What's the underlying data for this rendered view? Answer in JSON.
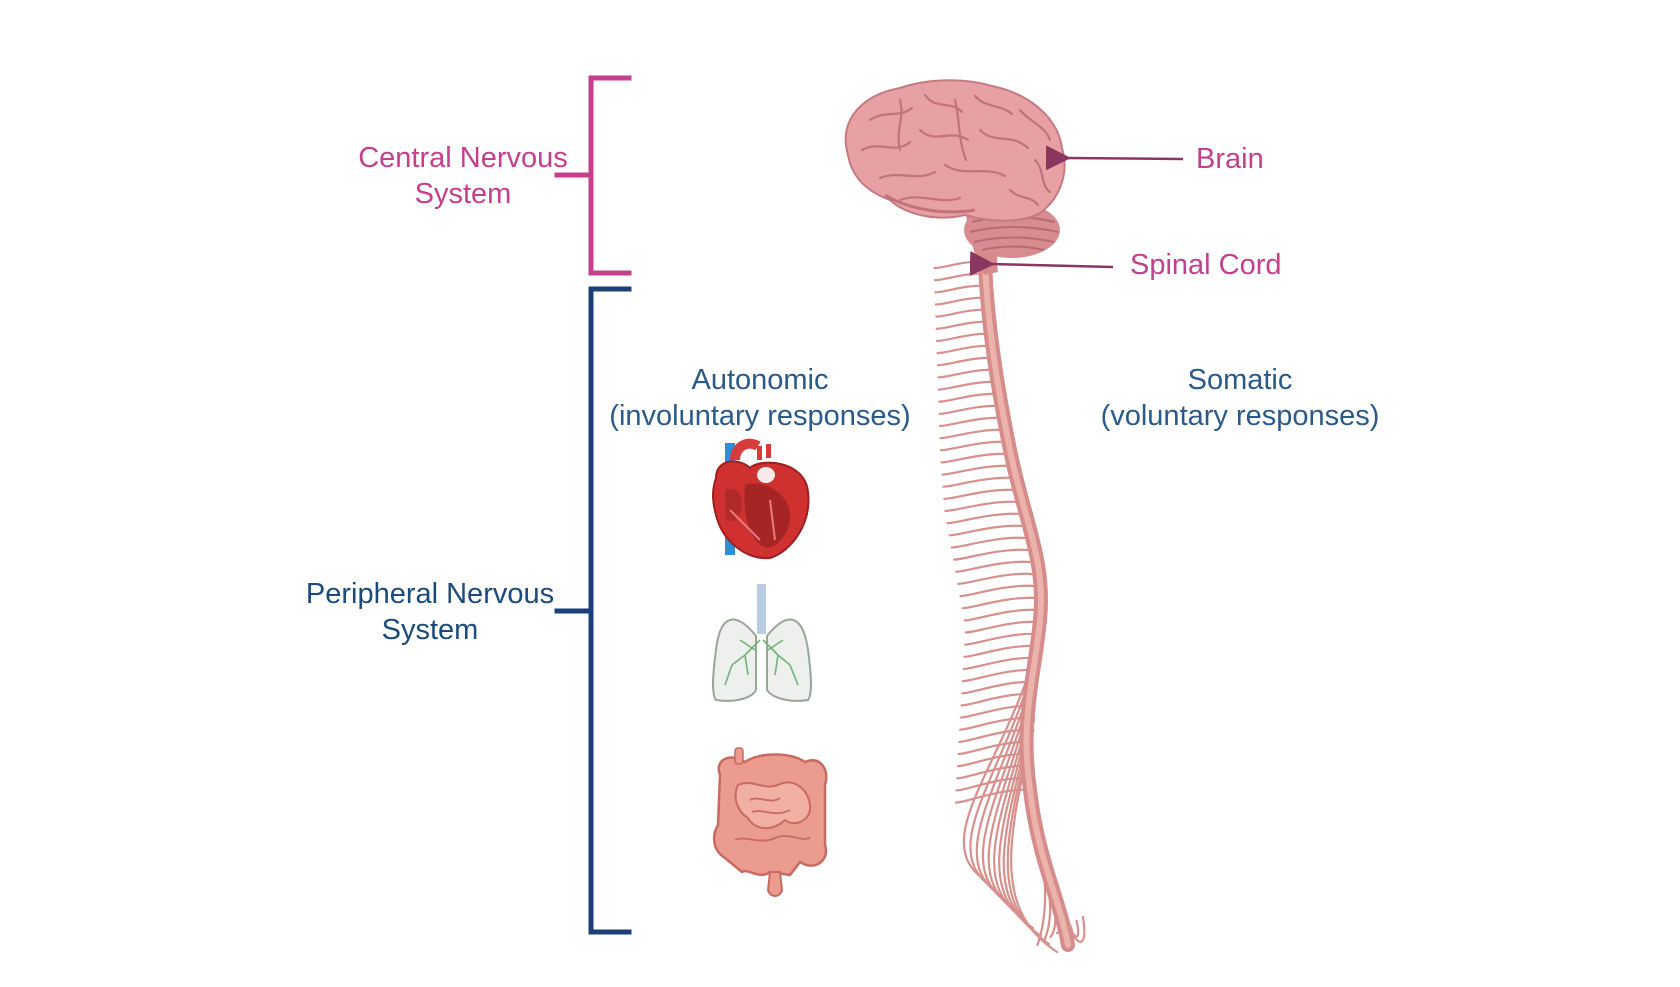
{
  "colors": {
    "cns": "#c4408f",
    "pns": "#1c3f79",
    "arrow": "#8c3560",
    "type_text": "#2a5a8a",
    "brain": "#e39a9e",
    "nerve": "#d58c8a"
  },
  "groups": {
    "central": {
      "line1": "Central Nervous",
      "line2": "System"
    },
    "peripheral": {
      "line1": "Peripheral Nervous",
      "line2": "System"
    }
  },
  "annotations": {
    "brain": "Brain",
    "spinal_cord": "Spinal Cord"
  },
  "divisions": {
    "autonomic": {
      "line1": "Autonomic",
      "line2": "(involuntary responses)"
    },
    "somatic": {
      "line1": "Somatic",
      "line2": "(voluntary responses)"
    }
  },
  "icons": [
    "brain-icon",
    "spinal-cord-icon",
    "heart-icon",
    "lungs-icon",
    "intestines-icon"
  ]
}
